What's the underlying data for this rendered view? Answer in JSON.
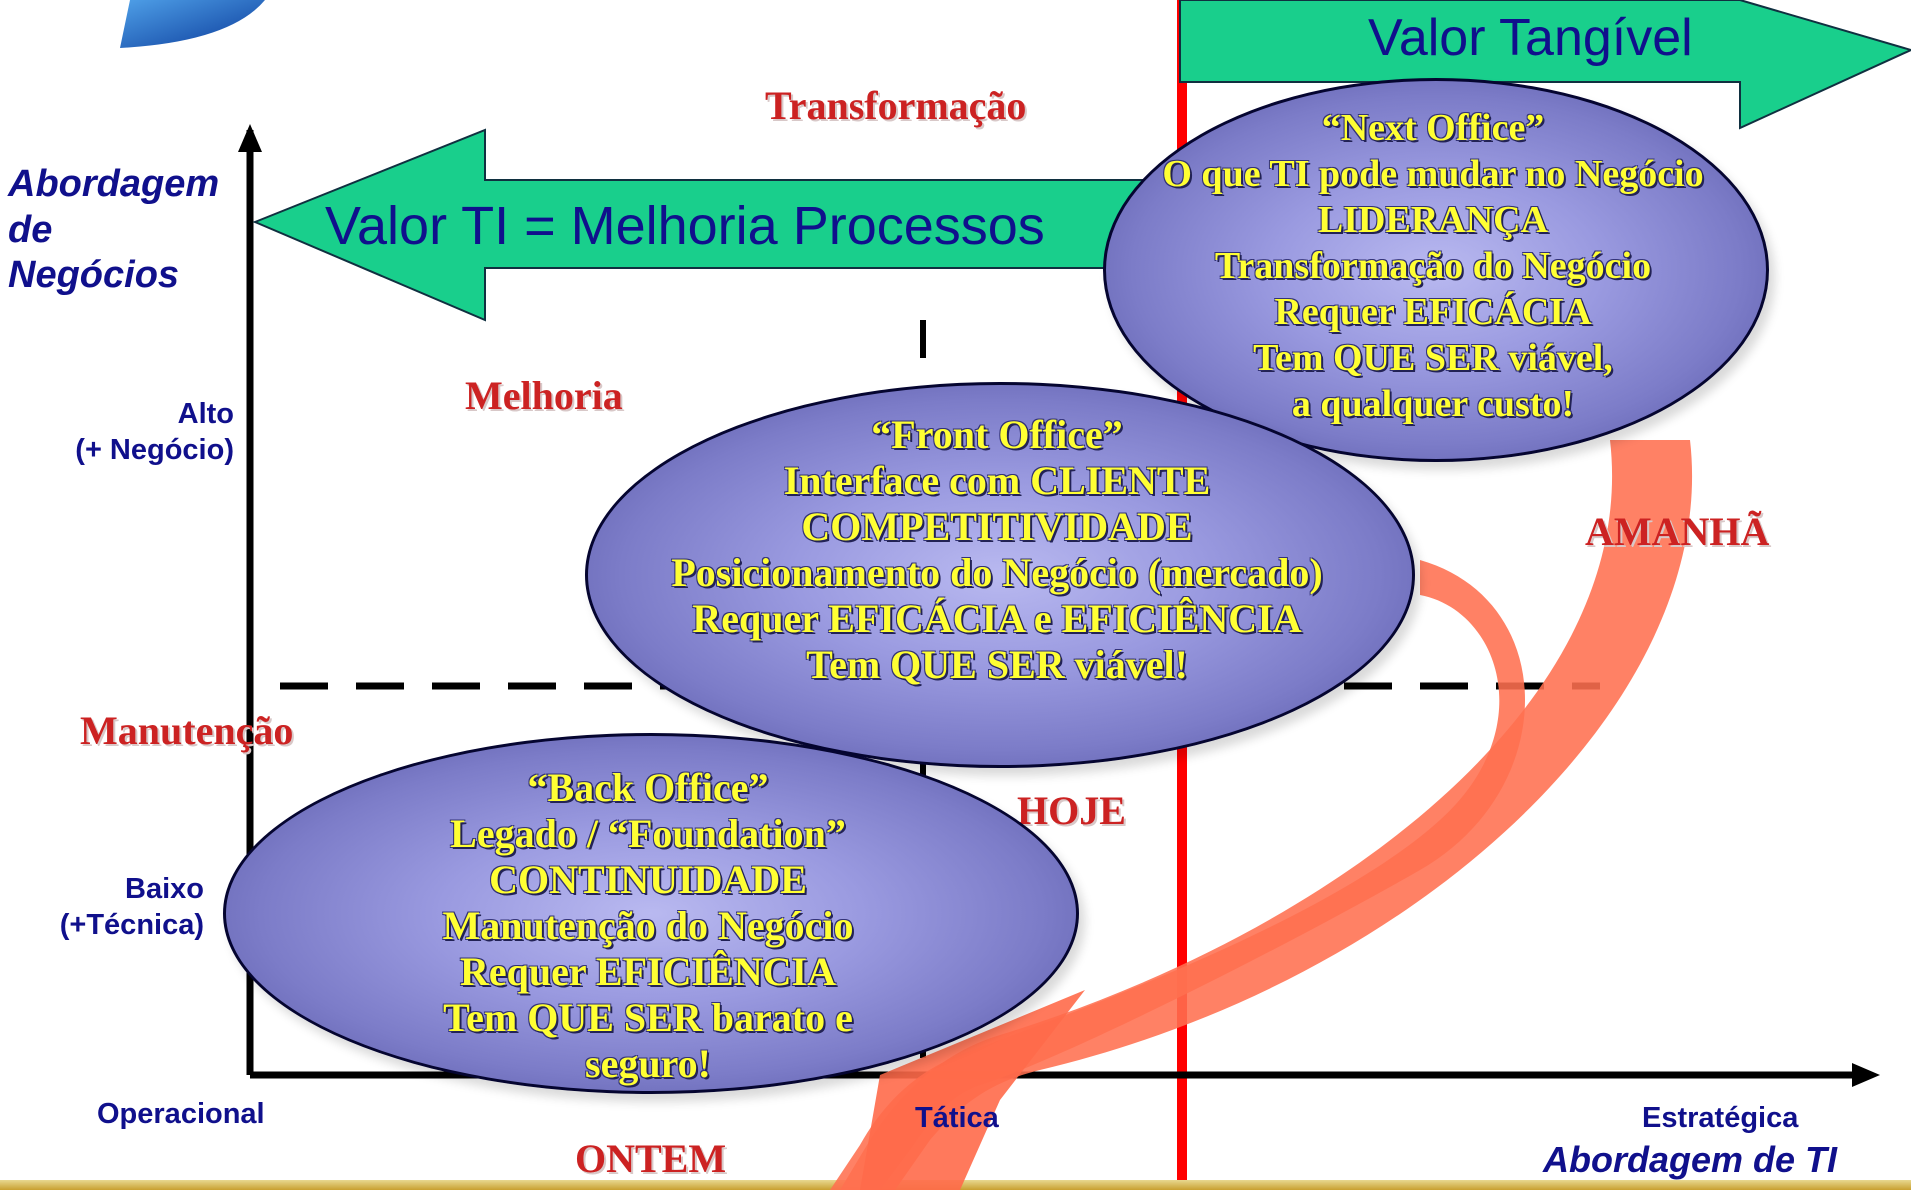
{
  "axes": {
    "y_title_lines": [
      "Abordagem",
      "de",
      "Negócios"
    ],
    "y_high_lines": [
      "Alto",
      "(+ Negócio)"
    ],
    "y_low_lines": [
      "Baixo",
      "(+Técnica)"
    ],
    "x_ticks": [
      "Operacional",
      "Tática",
      "Estratégica"
    ],
    "x_title": "Abordagem de TI"
  },
  "zones": {
    "transformacao": "Transformação",
    "melhoria": "Melhoria",
    "manutencao": "Manutenção",
    "amanha": "AMANHÃ",
    "hoje": "HOJE",
    "ontem": "ONTEM"
  },
  "arrows": {
    "left_label": "Valor TI = Melhoria Processos",
    "right_label": "Valor Tangível"
  },
  "ellipses": {
    "next_office": [
      "“Next Office”",
      "O que TI pode mudar no Negócio",
      "LIDERANÇA",
      "Transformação do Negócio",
      "Requer EFICÁCIA",
      "Tem QUE SER viável,",
      "a qualquer custo!"
    ],
    "front_office": [
      "“Front Office”",
      "Interface com CLIENTE",
      "COMPETITIVIDADE",
      "Posicionamento do Negócio (mercado)",
      "Requer EFICÁCIA e EFICIÊNCIA",
      "Tem QUE SER viável!"
    ],
    "back_office": [
      "“Back Office”",
      "Legado / “Foundation”",
      "CONTINUIDADE",
      "Manutenção do Negócio",
      "Requer EFICIÊNCIA",
      "Tem QUE SER barato e",
      "seguro!"
    ]
  },
  "colors": {
    "axis_text": "#10108c",
    "zone_text": "#cc2222",
    "arrow_fill": "#19cf8c",
    "curved_arrow": "#ff7050",
    "ellipse_text": "#ffff33",
    "red_line": "#ff0000"
  }
}
